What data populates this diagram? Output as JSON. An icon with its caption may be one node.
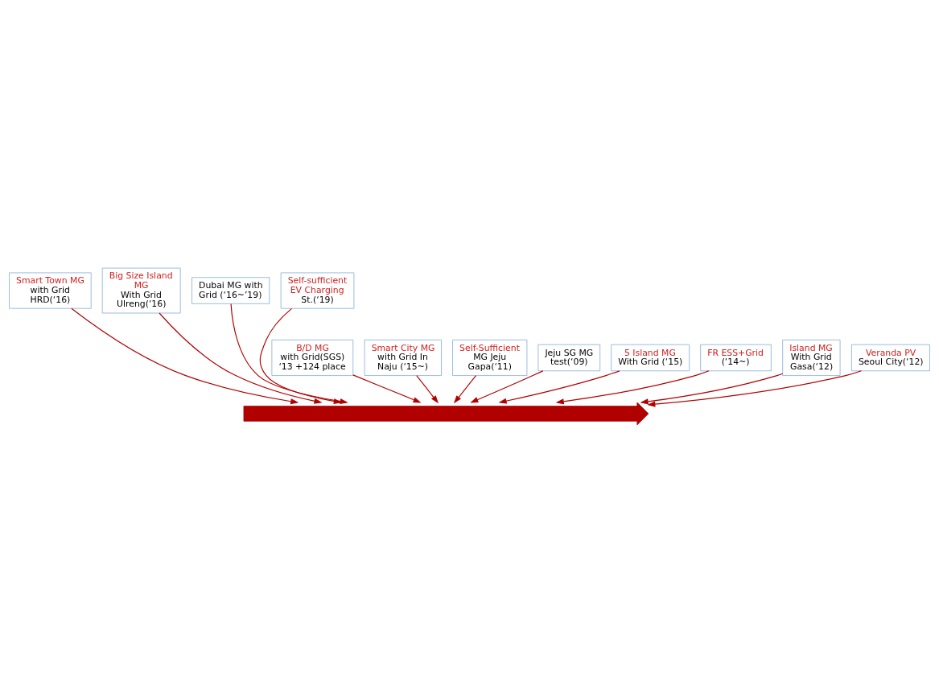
{
  "diagram": {
    "nodes": [
      {
        "text": [
          "Smart Town MG",
          "with Grid HRD(‘16)"
        ]
      },
      {
        "text": [
          "Big Size Island MG",
          "With Grid Ulreng(‘16)"
        ]
      },
      {
        "text": [
          "Dubai MG with Grid (‘16~’19)"
        ]
      },
      {
        "text": [
          "Self-sufficient EV Charging",
          "St.(‘19)"
        ]
      },
      {
        "text": [
          "B/D MG",
          "with Grid(SGS) ‘13 +124 place"
        ]
      },
      {
        "text": [
          "Smart City MG",
          "with Grid In Naju (‘15~)"
        ]
      },
      {
        "text": [
          "Self-Sufficient",
          "MG Jeju Gapa(‘11)"
        ]
      },
      {
        "text": [
          "Jeju SG MG test(‘09)"
        ]
      },
      {
        "text": [
          "5 Island MG",
          "With Grid (‘15)"
        ]
      },
      {
        "text": [
          "FR ESS+Grid",
          "(‘14~)"
        ]
      },
      {
        "text": [
          "Island MG",
          "With Grid Gasa(‘12)"
        ]
      },
      {
        "text": [
          "Veranda PV",
          "Seoul City(‘12)"
        ]
      },
      {
        "text": [],
        "shape": "arrow"
      }
    ],
    "edges": [
      {
        "from": 0,
        "to": 12,
        "arrow": "to"
      },
      {
        "from": 1,
        "to": 12,
        "arrow": "to"
      },
      {
        "from": 2,
        "to": 12,
        "arrow": "to"
      },
      {
        "from": 3,
        "to": 12,
        "arrow": "to"
      },
      {
        "from": 4,
        "to": 12,
        "arrow": "to"
      },
      {
        "from": 5,
        "to": 12,
        "arrow": "to"
      },
      {
        "from": 6,
        "to": 12,
        "arrow": "to"
      },
      {
        "from": 7,
        "to": 12,
        "arrow": "to"
      },
      {
        "from": 8,
        "to": 12,
        "arrow": "to"
      },
      {
        "from": 9,
        "to": 12,
        "arrow": "to"
      },
      {
        "from": 10,
        "to": 12,
        "arrow": "to"
      },
      {
        "from": 11,
        "to": 12,
        "arrow": "to"
      }
    ]
  }
}
